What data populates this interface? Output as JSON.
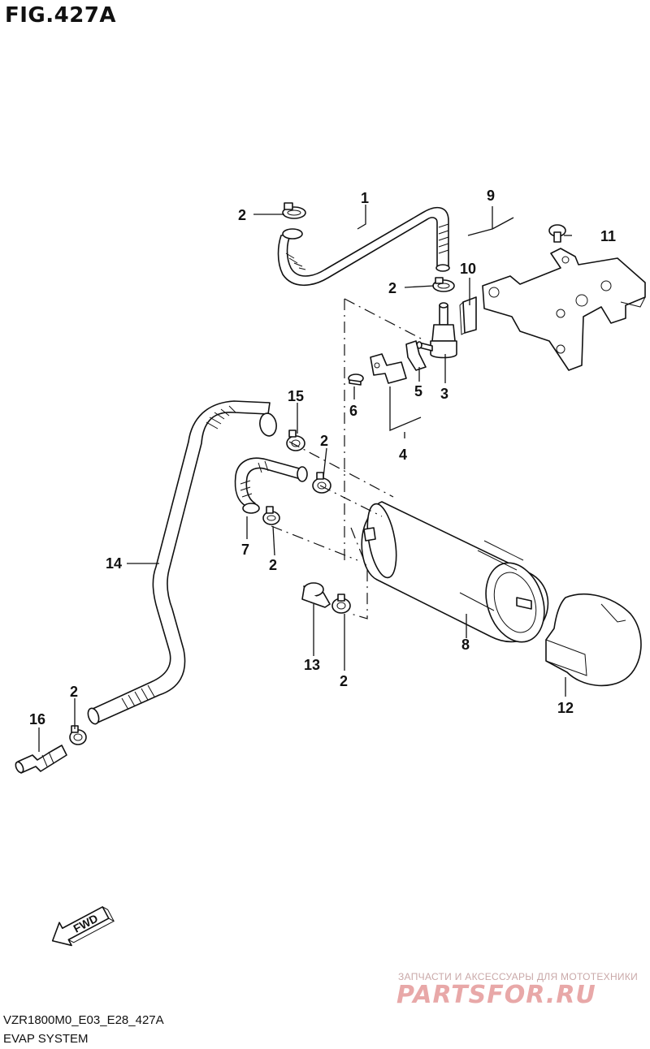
{
  "figure": {
    "title": "FIG.427A",
    "model_code": "VZR1800M0_E03_E28_427A",
    "section_name": "EVAP SYSTEM",
    "fwd_label": "FWD"
  },
  "callouts": [
    {
      "id": "c1",
      "label": "1"
    },
    {
      "id": "c2a",
      "label": "2"
    },
    {
      "id": "c2b",
      "label": "2"
    },
    {
      "id": "c2c",
      "label": "2"
    },
    {
      "id": "c2d",
      "label": "2"
    },
    {
      "id": "c2e",
      "label": "2"
    },
    {
      "id": "c2f",
      "label": "2"
    },
    {
      "id": "c3",
      "label": "3"
    },
    {
      "id": "c4",
      "label": "4"
    },
    {
      "id": "c5",
      "label": "5"
    },
    {
      "id": "c6",
      "label": "6"
    },
    {
      "id": "c7",
      "label": "7"
    },
    {
      "id": "c8",
      "label": "8"
    },
    {
      "id": "c9",
      "label": "9"
    },
    {
      "id": "c10",
      "label": "10"
    },
    {
      "id": "c11",
      "label": "11"
    },
    {
      "id": "c12",
      "label": "12"
    },
    {
      "id": "c13",
      "label": "13"
    },
    {
      "id": "c14",
      "label": "14"
    },
    {
      "id": "c15",
      "label": "15"
    },
    {
      "id": "c16",
      "label": "16"
    }
  ],
  "watermark": {
    "tagline": "ЗАПЧАСТИ И АКСЕССУАРЫ ДЛЯ МОТОТЕХНИКИ",
    "logo": "PARTSFOR.RU"
  },
  "colors": {
    "line": "#111111",
    "watermark": "#e8a8a8"
  }
}
